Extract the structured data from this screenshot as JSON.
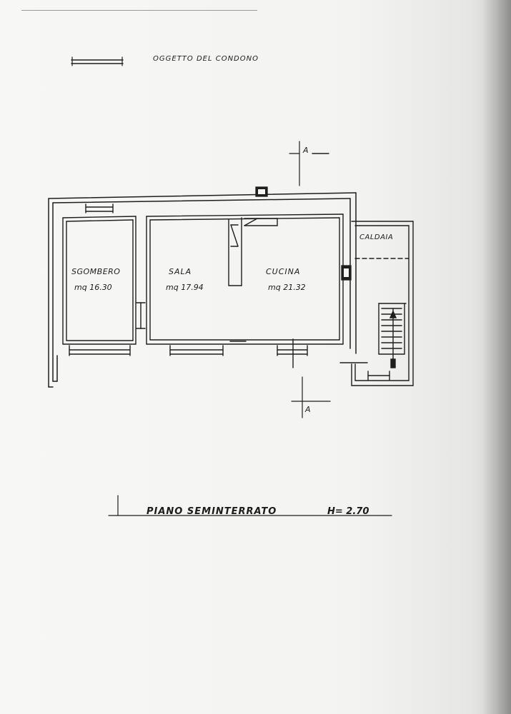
{
  "legend": {
    "text": "OGGETTO DEL CONDONO"
  },
  "section_marks": {
    "top": "A",
    "bottom": "A"
  },
  "rooms": [
    {
      "id": "sgombero",
      "name": "SGOMBERO",
      "area": "mq 16.30"
    },
    {
      "id": "sala",
      "name": "SALA",
      "area": "mq 17.94"
    },
    {
      "id": "cucina",
      "name": "CUCINA",
      "area": "mq 21.32"
    },
    {
      "id": "caldaia",
      "name": "CALDAIA",
      "area": ""
    }
  ],
  "plan_title": {
    "floor": "PIANO SEMINTERRATO",
    "height": "H= 2.70"
  }
}
